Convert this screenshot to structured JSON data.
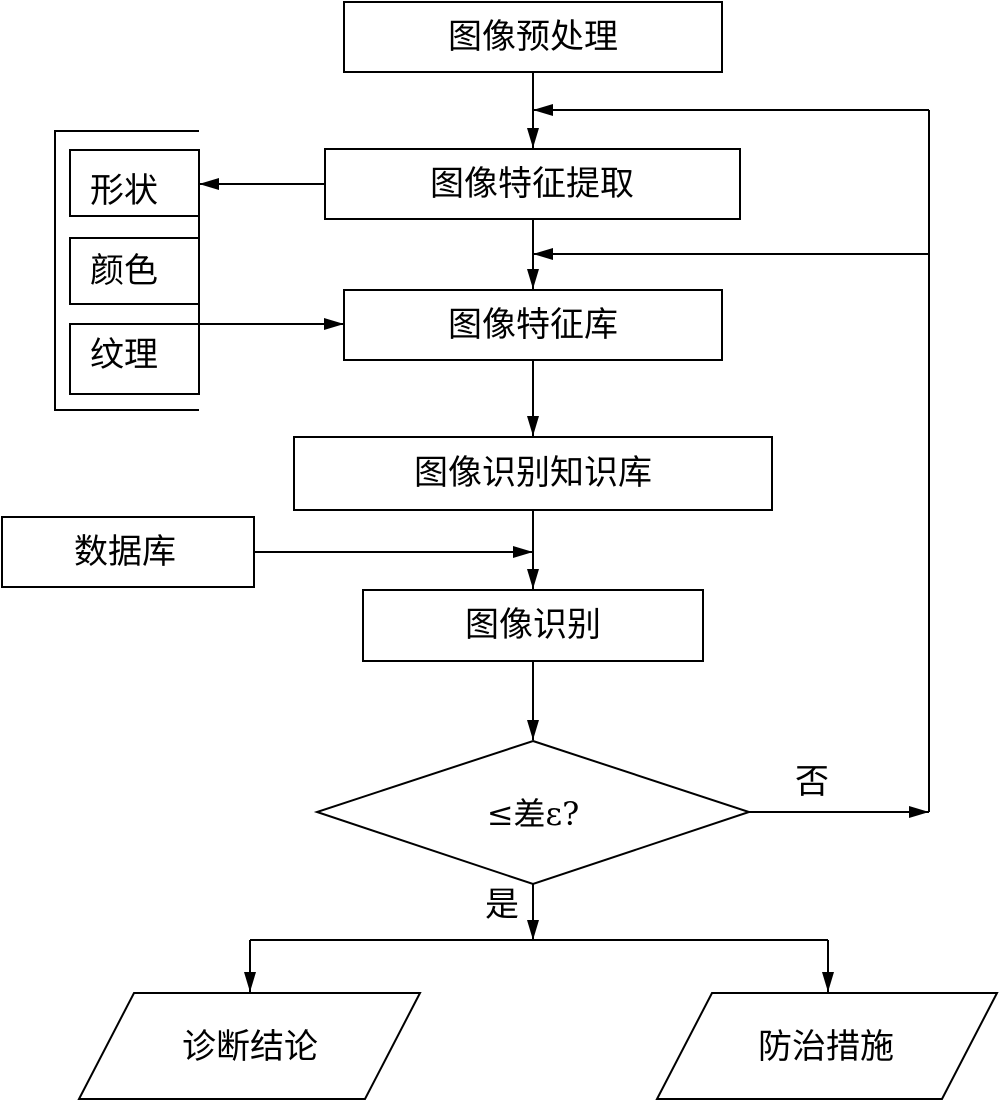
{
  "nodes": {
    "preprocess": "图像预处理",
    "feature_extract": "图像特征提取",
    "shape": "形状",
    "color": "颜色",
    "texture": "纹理",
    "feature_db": "图像特征库",
    "knowledge_db": "图像识别知识库",
    "database": "数据库",
    "recognition": "图像识别",
    "decision": "≤差ε?",
    "diagnosis": "诊断结论",
    "prevention": "防治措施"
  },
  "edges": {
    "no_label": "否",
    "yes_label": "是"
  }
}
